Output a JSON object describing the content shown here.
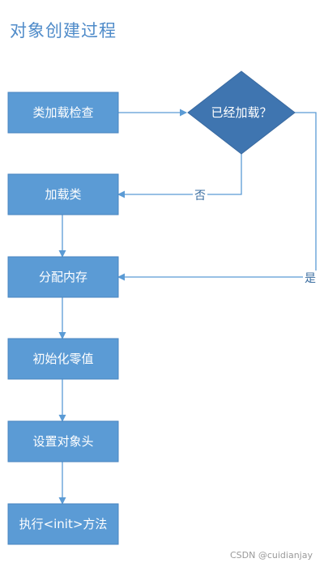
{
  "title": "对象创建过程",
  "nodes": {
    "check": "类加载检查",
    "decision": "已经加载？",
    "load": "加载类",
    "alloc": "分配内存",
    "init_zero": "初始化零值",
    "header": "设置对象头",
    "exec_init": "执行<init>方法"
  },
  "edges": {
    "no_label": "否",
    "yes_label": "是"
  },
  "colors": {
    "box_fill": "#5b9bd5",
    "box_stroke": "#4a86c0",
    "diamond_fill": "#3f75b0",
    "line": "#5b9bd5"
  },
  "watermark": "CSDN @cuidianjay"
}
